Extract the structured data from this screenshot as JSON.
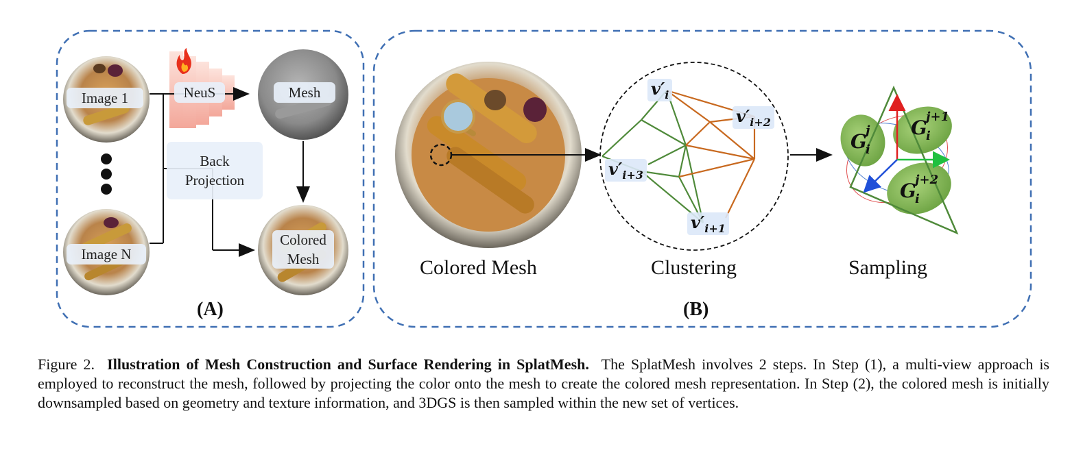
{
  "panel_a": {
    "label": "(A)",
    "image_1": "Image 1",
    "image_n": "Image N",
    "neus": "NeuS",
    "mesh": "Mesh",
    "back_projection_line1": "Back",
    "back_projection_line2": "Projection",
    "colored_mesh_line1": "Colored",
    "colored_mesh_line2": "Mesh"
  },
  "panel_b": {
    "label": "(B)",
    "steps": [
      "Colored Mesh",
      "Clustering",
      "Sampling"
    ],
    "vertices": {
      "v_i": {
        "base": "v′",
        "sub": "i"
      },
      "v_i2": {
        "base": "v′",
        "sub": "i+2"
      },
      "v_i3": {
        "base": "v′",
        "sub": "i+3"
      },
      "v_i1": {
        "base": "v′",
        "sub": "i+1"
      }
    },
    "gaussians": {
      "g1": {
        "base": "G",
        "sup": "j",
        "sub": "i"
      },
      "g2": {
        "base": "G",
        "sup": "j+1",
        "sub": "i"
      },
      "g3": {
        "base": "G",
        "sup": "j+2",
        "sub": "i"
      }
    }
  },
  "caption": {
    "figure_number": "Figure 2.",
    "title": "Illustration of Mesh Construction and Surface Rendering in SplatMesh.",
    "body": "The SplatMesh involves 2 steps. In Step (1), a multi-view approach is employed to reconstruct the mesh, followed by projecting the color onto the mesh to create the colored mesh representation. In Step (2), the colored mesh is initially downsampled based on geometry and texture information, and 3DGS is then sampled within the new set of vertices."
  },
  "colors": {
    "dashed_border": "#3f6fb3",
    "mesh_green": "#4f8a3a",
    "mesh_orange": "#c8691f",
    "axis_red": "#e02020",
    "axis_green": "#20c040",
    "axis_blue": "#2050d8",
    "gaussian_green": "#8dbf5a"
  }
}
